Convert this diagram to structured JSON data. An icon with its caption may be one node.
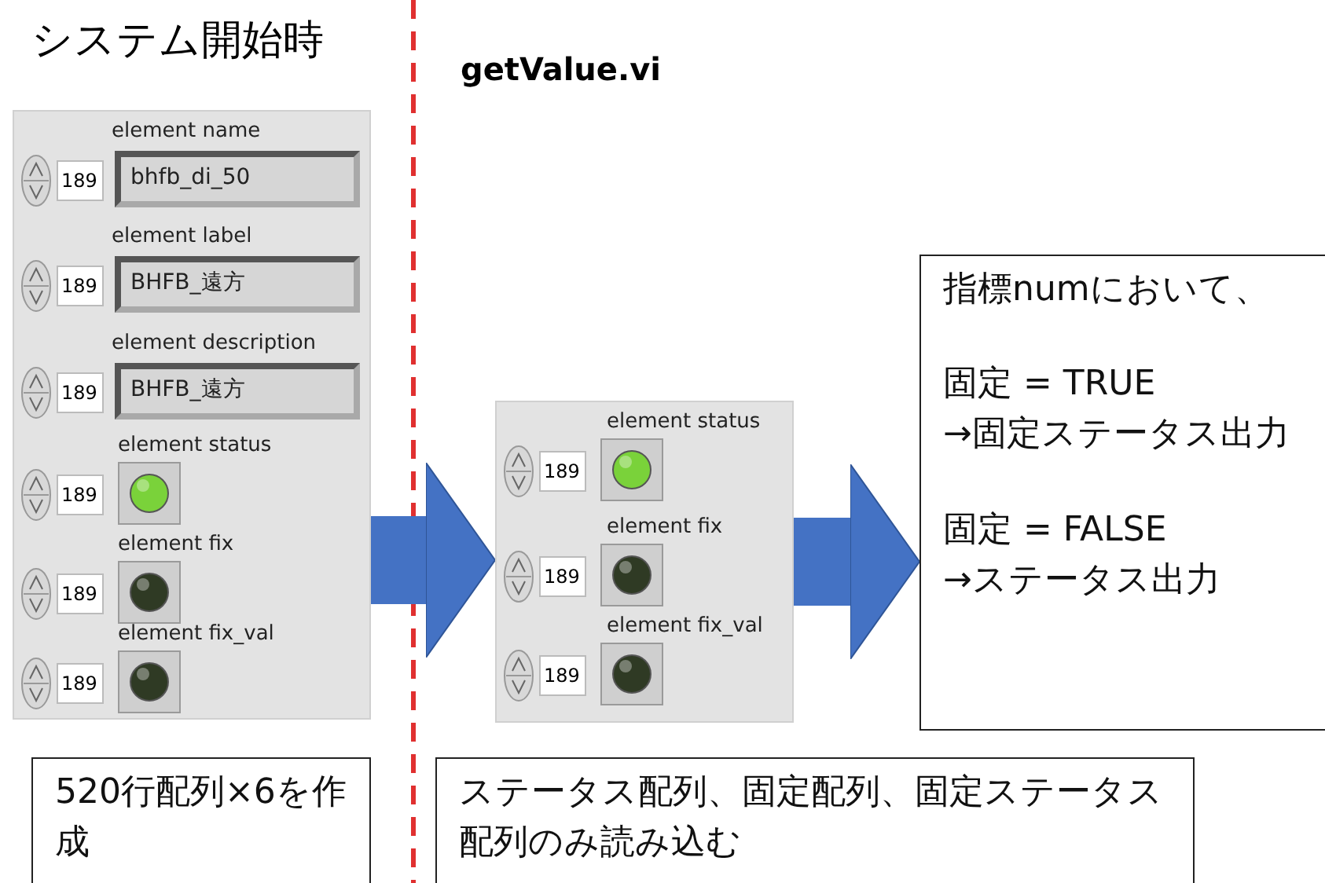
{
  "diagram": {
    "nodes": [
      {
        "text": [],
        "shape": "box"
      },
      {
        "text": [
          "element name",
          "189",
          "bhfb_di_50"
        ],
        "in": 0
      },
      {
        "text": [
          "element label",
          "189",
          "BHFB_遠方"
        ],
        "in": 0
      },
      {
        "text": [
          "element description",
          "189",
          "BHFB_遠方"
        ],
        "in": 0
      },
      {
        "text": [
          "element status",
          "189"
        ],
        "in": 0
      },
      {
        "text": [
          "element fix",
          "189"
        ],
        "in": 0
      },
      {
        "text": [
          "element fix_val",
          "189"
        ],
        "in": 0
      },
      {
        "text": [],
        "shape": "box"
      },
      {
        "text": [
          "element status",
          "189"
        ],
        "in": 7
      },
      {
        "text": [
          "element fix",
          "189"
        ],
        "in": 7
      },
      {
        "text": [
          "element fix_val",
          "189"
        ],
        "in": 7
      },
      {
        "text": [
          "指標numにおいて、",
          "固定 = TRUE",
          "→固定ステータス出力",
          "固定 = FALSE",
          "→ステータス出力"
        ]
      },
      {
        "text": [
          "520行配列×6を作成"
        ]
      },
      {
        "text": [
          "ステータス配列、固定配列、固定ステータス配列のみ読み込む"
        ]
      }
    ],
    "edges": [
      {
        "from": 0,
        "to": 7,
        "arrow": "to"
      },
      {
        "from": 7,
        "to": 11,
        "arrow": "to"
      }
    ],
    "labels": [
      "システム開始時",
      "getValue.vi"
    ]
  }
}
